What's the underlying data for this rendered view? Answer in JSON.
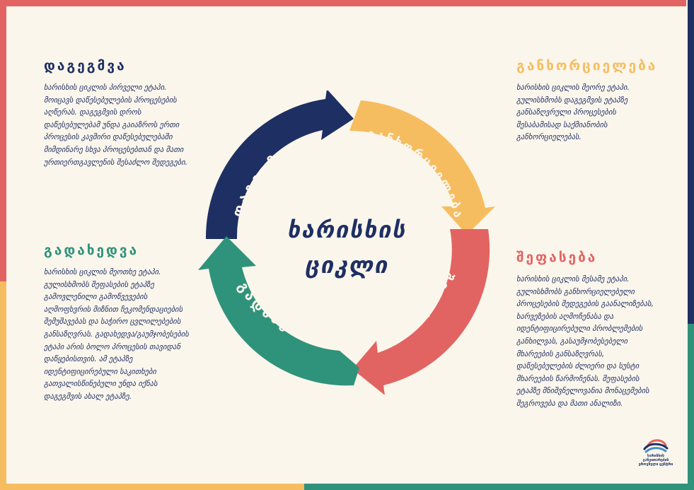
{
  "colors": {
    "navy": "#1e2f63",
    "yellow": "#f6bd60",
    "red": "#e26462",
    "green": "#2f937b",
    "background": "#fbf6ec"
  },
  "center": {
    "line1": "ხარისხის",
    "line2": "ციკლი"
  },
  "arcs": {
    "planning": "დაგეგმვა",
    "implementation": "განხორციელება",
    "evaluation": "შეფასება",
    "review": "გადახედვა"
  },
  "panels": {
    "planning": {
      "title": "დაგეგმვა",
      "text": "ხარისხის ციკლის პირველი ეტაპი. მოიცავს დაწესებულების პროცესების აღწერას. დაგეგმვის დროს დაწესებულებამ უნდა გაიაზროს ერთი პროცესის კავშირი დაწესებულებაში მიმდინარე სხვა პროცესებთან და მათი ურთიერთგავლენის შესაძლო შედეგები."
    },
    "implementation": {
      "title": "განხორციელება",
      "text": "ხარისხის ციკლის მეორე ეტაპი. გულისხმობს დაგეგმვის ეტაპზე განსაზღვრული პროცესების შესაბამისად საქმიანობის განხორციელებას."
    },
    "review": {
      "title": "გადახედვა",
      "text": "ხარისხის ციკლის მეოთხე ეტაპი. გულისხმობს შეფასების ეტაპზე გამოვლენილი გამოწვევების აღმოფხვრის მიზნით ჩეკომენდაციების შემუშავებას და საჭირო ცვლილებების განსაზღვრას. გადახედვა/გაუმჯობესების ეტაპი არის ბოლო პროცესის თავიდან დაწყებისთვის. ამ ეტაპზე იდენტიფიცირებული საკითხები გათვალისწინებული უნდა იქნას დაგეგმვის ახალ ეტაპზე."
    },
    "evaluation": {
      "title": "შეფასება",
      "text": "ხარისხის ციკლის მესამე ეტაპი. გულისხმობს განხორციელებული პროცესების შედეგების გაანალიზებას, ხარვეზების აღმოჩენასა და იდენტიფიცირებული პრობლემების განხილვას, გასაუმჯობესებელი მხარეების განსაზღვრას, დაწესებულების ძლიერი და სუსტი მხარეების წარმოჩენას. შეფასების ეტაპზე მნიშვნელოვანია მონაცემების შეგროვება და მათი ანალიზი."
    }
  },
  "logo": {
    "text": "ხარისხის განვითარების ეროვნული ცენტრი"
  }
}
